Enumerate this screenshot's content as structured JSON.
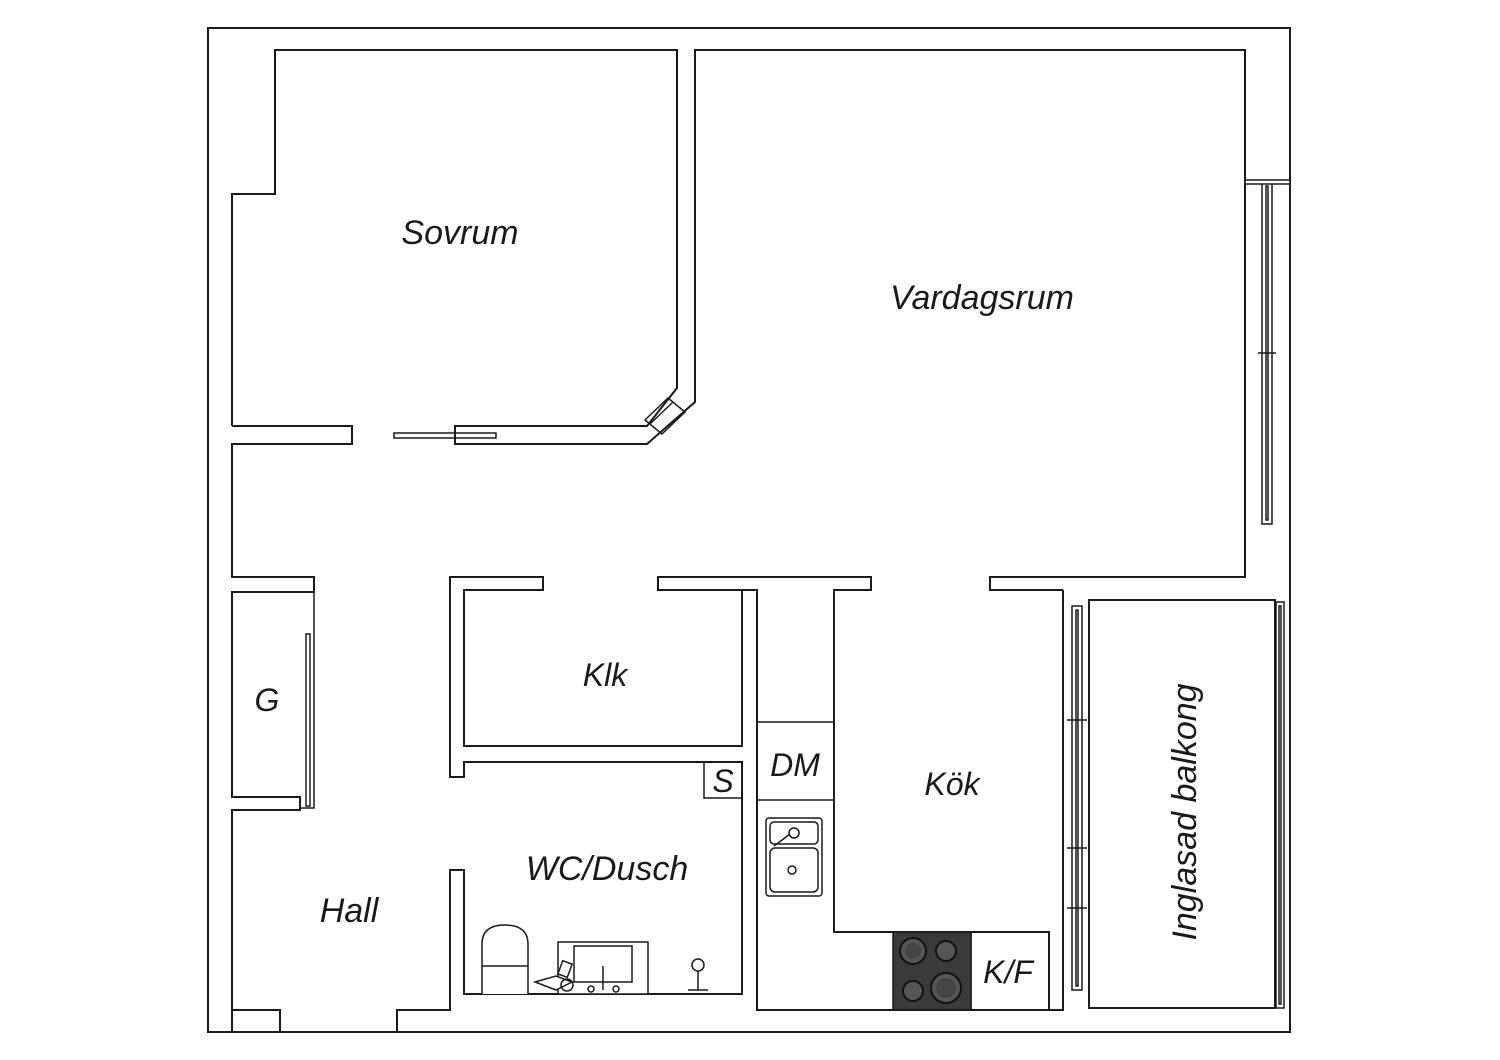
{
  "floorplan": {
    "rooms": {
      "sovrum": "Sovrum",
      "vardagsrum": "Vardagsrum",
      "klk": "Klk",
      "g": "G",
      "dm": "DM",
      "s": "S",
      "kok": "Kök",
      "wc_dusch": "WC/Dusch",
      "hall": "Hall",
      "kf": "K/F",
      "balkong": "Inglasad balkong"
    }
  }
}
